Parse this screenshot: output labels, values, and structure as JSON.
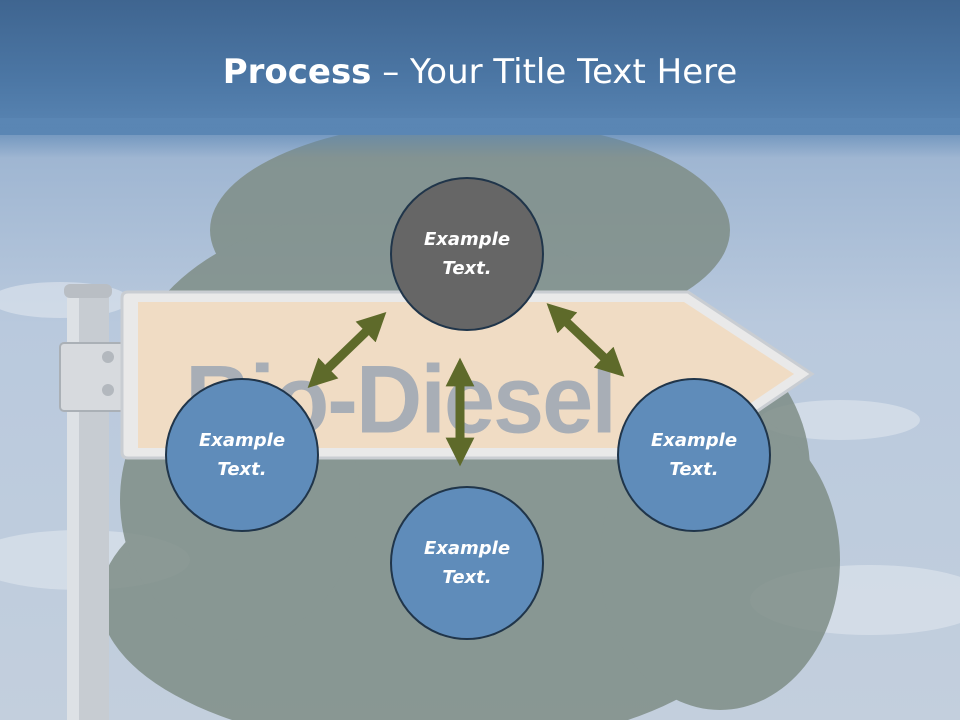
{
  "title": {
    "bold": "Process",
    "rest": " – Your Title Text Here"
  },
  "background": {
    "sign_text": "Bio-Diesel",
    "sign_color": "#f0dcc4",
    "sky_color": "#b9c9dd",
    "tree_color": "#7d8c84"
  },
  "nodes": [
    {
      "id": "top",
      "text": "Example\nText.",
      "color": "#666666"
    },
    {
      "id": "left",
      "text": "Example\nText.",
      "color": "#5f8cba"
    },
    {
      "id": "right",
      "text": "Example\nText.",
      "color": "#5f8cba"
    },
    {
      "id": "bottom",
      "text": "Example\nText.",
      "color": "#5f8cba"
    }
  ],
  "connectors": {
    "color": "#5e6a2a",
    "style": "double-headed-arrow",
    "links": [
      "top-left",
      "top-right",
      "top-bottom"
    ]
  }
}
